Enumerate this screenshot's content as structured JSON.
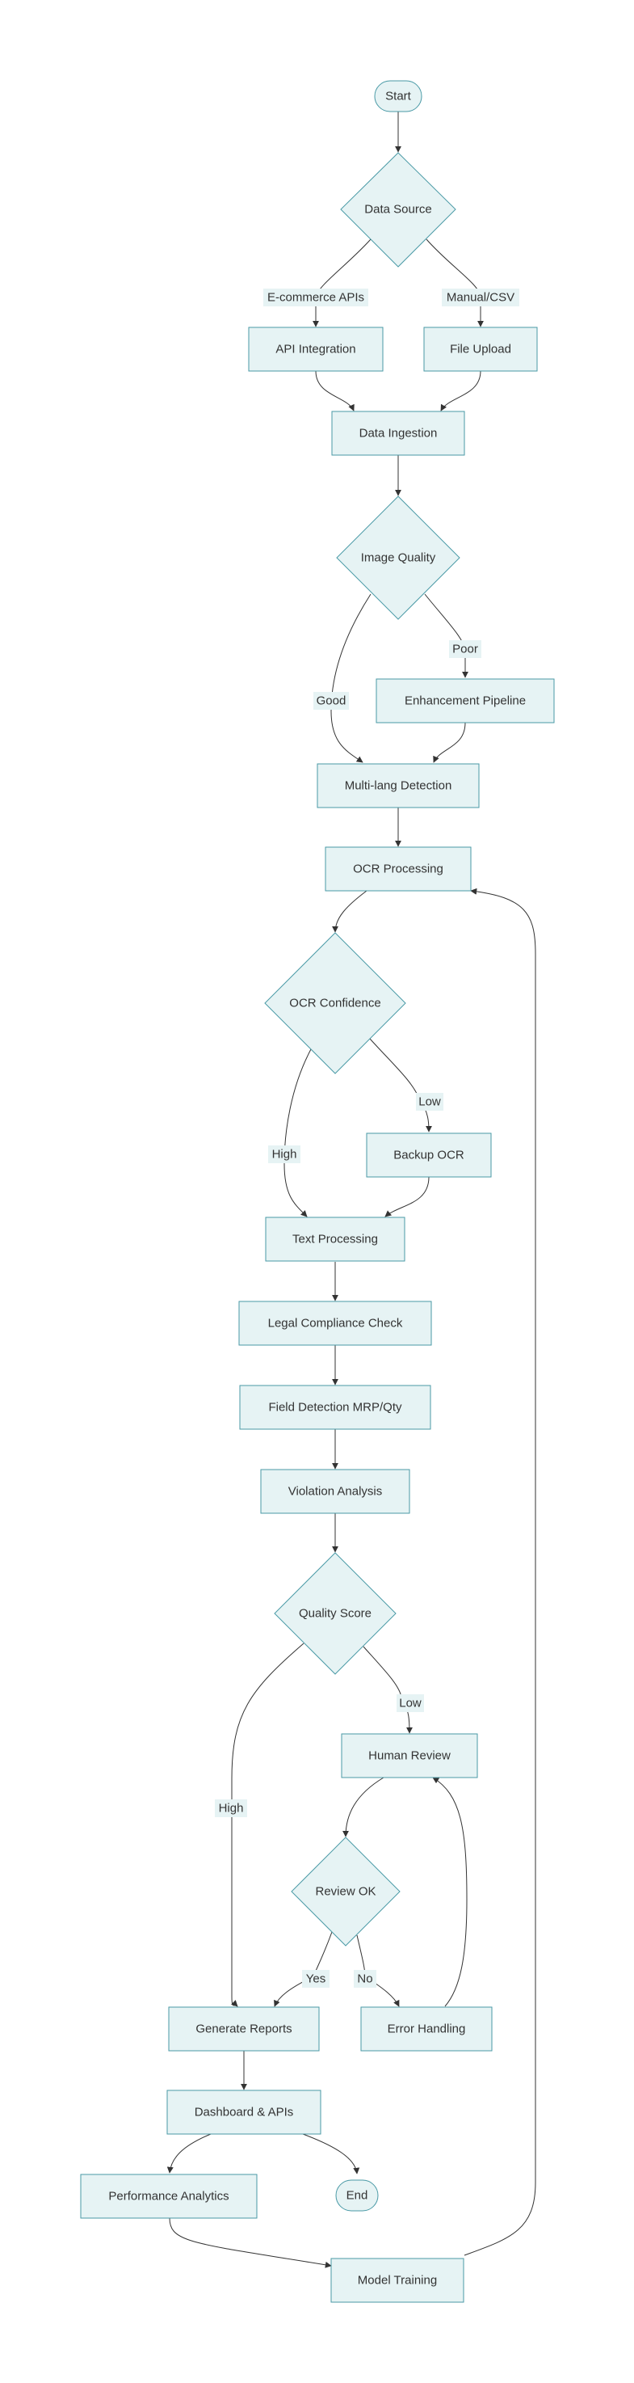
{
  "diagram": {
    "nodes": {
      "start": "Start",
      "data_source": "Data Source",
      "api_integration": "API Integration",
      "file_upload": "File Upload",
      "data_ingestion": "Data Ingestion",
      "image_quality": "Image Quality",
      "enhancement_pipeline": "Enhancement Pipeline",
      "multi_lang_detection": "Multi-lang Detection",
      "ocr_processing": "OCR Processing",
      "ocr_confidence": "OCR Confidence",
      "backup_ocr": "Backup OCR",
      "text_processing": "Text Processing",
      "legal_compliance_check": "Legal Compliance Check",
      "field_detection": "Field Detection MRP/Qty",
      "violation_analysis": "Violation Analysis",
      "quality_score": "Quality Score",
      "human_review": "Human Review",
      "review_ok": "Review OK",
      "generate_reports": "Generate Reports",
      "error_handling": "Error Handling",
      "dashboard_apis": "Dashboard & APIs",
      "performance_analytics": "Performance Analytics",
      "end": "End",
      "model_training": "Model Training"
    },
    "edge_labels": {
      "ecommerce_apis": "E-commerce APIs",
      "manual_csv": "Manual/CSV",
      "poor": "Poor",
      "good": "Good",
      "low_confidence": "Low",
      "high_confidence": "High",
      "low_score": "Low",
      "high_score": "High",
      "yes": "Yes",
      "no": "No"
    }
  }
}
